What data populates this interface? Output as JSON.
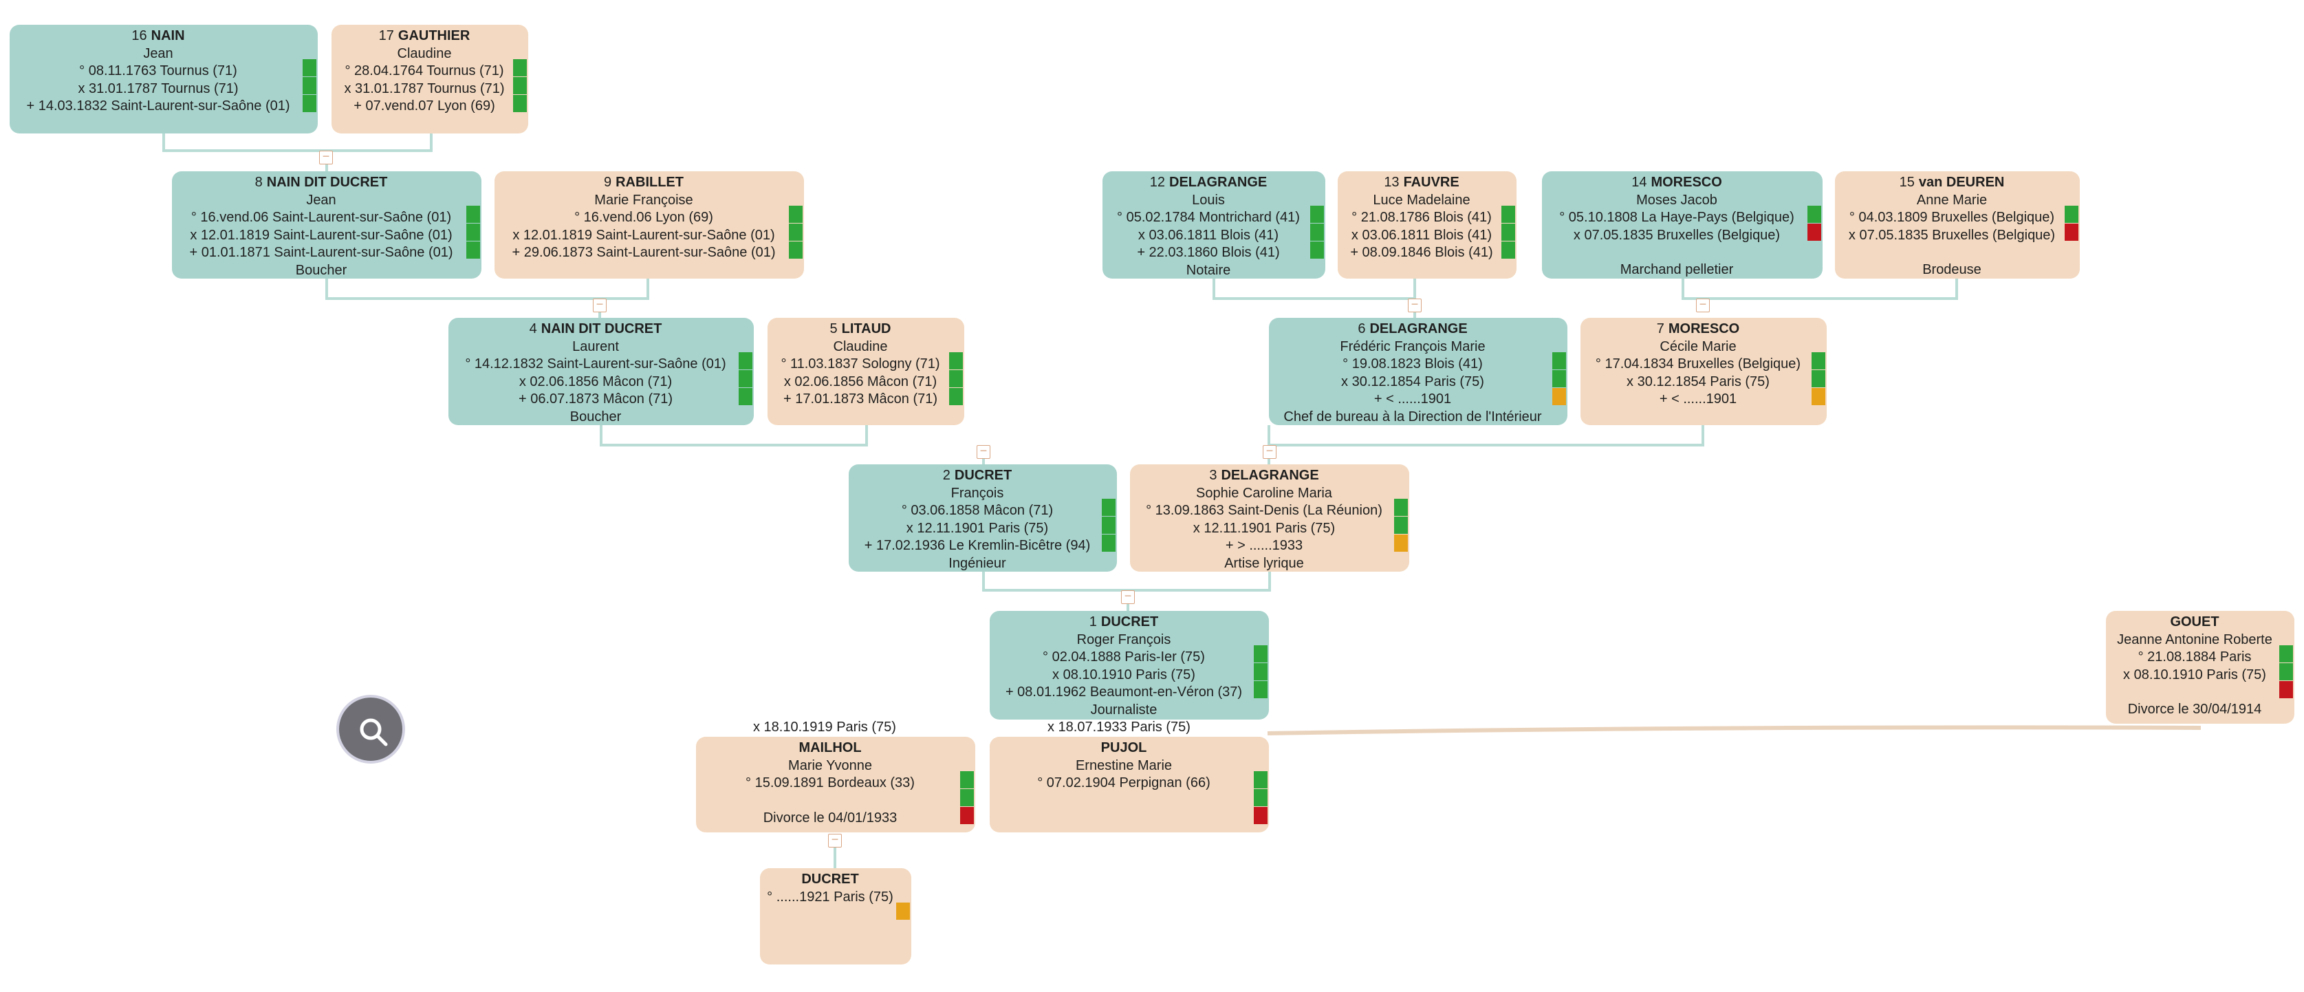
{
  "persons": {
    "p16": {
      "num": "16",
      "surname": "NAIN",
      "given": "Jean",
      "lines": [
        "° 08.11.1763 Tournus (71)",
        "x 31.01.1787 Tournus (71)",
        "+ 14.03.1832 Saint-Laurent-sur-Saône (01)"
      ],
      "note": "",
      "flags": [
        "green",
        "green",
        "green"
      ]
    },
    "p17": {
      "num": "17",
      "surname": "GAUTHIER",
      "given": "Claudine",
      "lines": [
        "° 28.04.1764 Tournus (71)",
        "x 31.01.1787 Tournus (71)",
        "+ 07.vend.07 Lyon (69)"
      ],
      "note": "",
      "flags": [
        "green",
        "green",
        "green"
      ]
    },
    "p8": {
      "num": "8",
      "surname": "NAIN DIT DUCRET",
      "given": "Jean",
      "lines": [
        "° 16.vend.06 Saint-Laurent-sur-Saône (01)",
        "x 12.01.1819 Saint-Laurent-sur-Saône (01)",
        "+ 01.01.1871 Saint-Laurent-sur-Saône (01)"
      ],
      "note": "Boucher",
      "flags": [
        "green",
        "green",
        "green"
      ]
    },
    "p9": {
      "num": "9",
      "surname": "RABILLET",
      "given": "Marie Françoise",
      "lines": [
        "° 16.vend.06 Lyon (69)",
        "x 12.01.1819 Saint-Laurent-sur-Saône (01)",
        "+ 29.06.1873 Saint-Laurent-sur-Saône (01)"
      ],
      "note": "",
      "flags": [
        "green",
        "green",
        "green"
      ]
    },
    "p12": {
      "num": "12",
      "surname": "DELAGRANGE",
      "given": "Louis",
      "lines": [
        "° 05.02.1784 Montrichard (41)",
        "x 03.06.1811 Blois (41)",
        "+ 22.03.1860 Blois (41)"
      ],
      "note": "Notaire",
      "flags": [
        "green",
        "green",
        "green"
      ]
    },
    "p13": {
      "num": "13",
      "surname": "FAUVRE",
      "given": "Luce Madelaine",
      "lines": [
        "° 21.08.1786 Blois (41)",
        "x 03.06.1811 Blois (41)",
        "+ 08.09.1846 Blois (41)"
      ],
      "note": "",
      "flags": [
        "green",
        "green",
        "green"
      ]
    },
    "p14": {
      "num": "14",
      "surname": "MORESCO",
      "given": "Moses Jacob",
      "lines": [
        "° 05.10.1808 La Haye-Pays (Belgique)",
        "x 07.05.1835 Bruxelles (Belgique)"
      ],
      "note": "Marchand pelletier",
      "flags": [
        "green",
        "red"
      ]
    },
    "p15": {
      "num": "15",
      "surname": "van DEUREN",
      "given": "Anne Marie",
      "lines": [
        "° 04.03.1809 Bruxelles (Belgique)",
        "x 07.05.1835 Bruxelles (Belgique)"
      ],
      "note": "Brodeuse",
      "flags": [
        "green",
        "red"
      ]
    },
    "p4": {
      "num": "4",
      "surname": "NAIN DIT DUCRET",
      "given": "Laurent",
      "lines": [
        "° 14.12.1832 Saint-Laurent-sur-Saône (01)",
        "x 02.06.1856 Mâcon (71)",
        "+ 06.07.1873 Mâcon (71)"
      ],
      "note": "Boucher",
      "flags": [
        "green",
        "green",
        "green"
      ]
    },
    "p5": {
      "num": "5",
      "surname": "LITAUD",
      "given": "Claudine",
      "lines": [
        "° 11.03.1837 Sologny (71)",
        "x 02.06.1856 Mâcon (71)",
        "+ 17.01.1873 Mâcon (71)"
      ],
      "note": "",
      "flags": [
        "green",
        "green",
        "green"
      ]
    },
    "p6": {
      "num": "6",
      "surname": "DELAGRANGE",
      "given": "Frédéric François Marie",
      "lines": [
        "° 19.08.1823 Blois (41)",
        "x 30.12.1854 Paris (75)",
        "+ < ......1901"
      ],
      "note": "Chef de bureau à la Direction de l'Intérieur",
      "flags": [
        "green",
        "green",
        "orange"
      ]
    },
    "p7": {
      "num": "7",
      "surname": "MORESCO",
      "given": "Cécile Marie",
      "lines": [
        "° 17.04.1834 Bruxelles (Belgique)",
        "x 30.12.1854 Paris (75)",
        "+ < ......1901"
      ],
      "note": "",
      "flags": [
        "green",
        "green",
        "orange"
      ]
    },
    "p2": {
      "num": "2",
      "surname": "DUCRET",
      "given": "François",
      "lines": [
        "° 03.06.1858 Mâcon (71)",
        "x 12.11.1901 Paris (75)",
        "+ 17.02.1936 Le Kremlin-Bicêtre (94)"
      ],
      "note": "Ingénieur",
      "flags": [
        "green",
        "green",
        "green"
      ]
    },
    "p3": {
      "num": "3",
      "surname": "DELAGRANGE",
      "given": "Sophie Caroline Maria",
      "lines": [
        "° 13.09.1863 Saint-Denis (La Réunion)",
        "x 12.11.1901 Paris (75)",
        "+ > ......1933"
      ],
      "note": "Artise lyrique",
      "flags": [
        "green",
        "green",
        "orange"
      ]
    },
    "p1": {
      "num": "1",
      "surname": "DUCRET",
      "given": "Roger François",
      "lines": [
        "° 02.04.1888 Paris-Ier (75)",
        "x 08.10.1910 Paris (75)",
        "+ 08.01.1962 Beaumont-en-Véron (37)"
      ],
      "note": "Journaliste",
      "flags": [
        "green",
        "green",
        "green"
      ]
    },
    "gouet": {
      "num": "",
      "surname": "GOUET",
      "given": "Jeanne Antonine Roberte",
      "lines": [
        "° 21.08.1884 Paris",
        "x 08.10.1910 Paris (75)"
      ],
      "note": "Divorce le 30/04/1914",
      "flags": [
        "green",
        "green",
        "red"
      ]
    },
    "mailhol": {
      "num": "",
      "surname": "MAILHOL",
      "given": "Marie Yvonne",
      "lines": [
        "° 15.09.1891 Bordeaux (33)"
      ],
      "note": "Divorce le 04/01/1933",
      "flags": [
        "green",
        "green",
        "red"
      ]
    },
    "pujol": {
      "num": "",
      "surname": "PUJOL",
      "given": "Ernestine Marie",
      "lines": [
        "° 07.02.1904 Perpignan (66)"
      ],
      "note": "",
      "flags": [
        "green",
        "green",
        "red"
      ]
    },
    "child": {
      "num": "",
      "surname": "DUCRET",
      "given": "",
      "lines": [
        "° ......1921 Paris (75)"
      ],
      "note": "",
      "flags": [
        "orange"
      ]
    }
  },
  "marriage_labels": {
    "mailhol": "x 18.10.1919 Paris (75)",
    "pujol": "x 18.07.1933 Paris (75)"
  },
  "toggle_symbol": "−",
  "search": {
    "icon": "search-icon"
  },
  "colors": {
    "male": "#a8d3cc",
    "female": "#f3d9c1",
    "connector": "#b9dcd5",
    "green": "#2ea63a",
    "red": "#c4161c",
    "orange": "#e8a21a"
  }
}
